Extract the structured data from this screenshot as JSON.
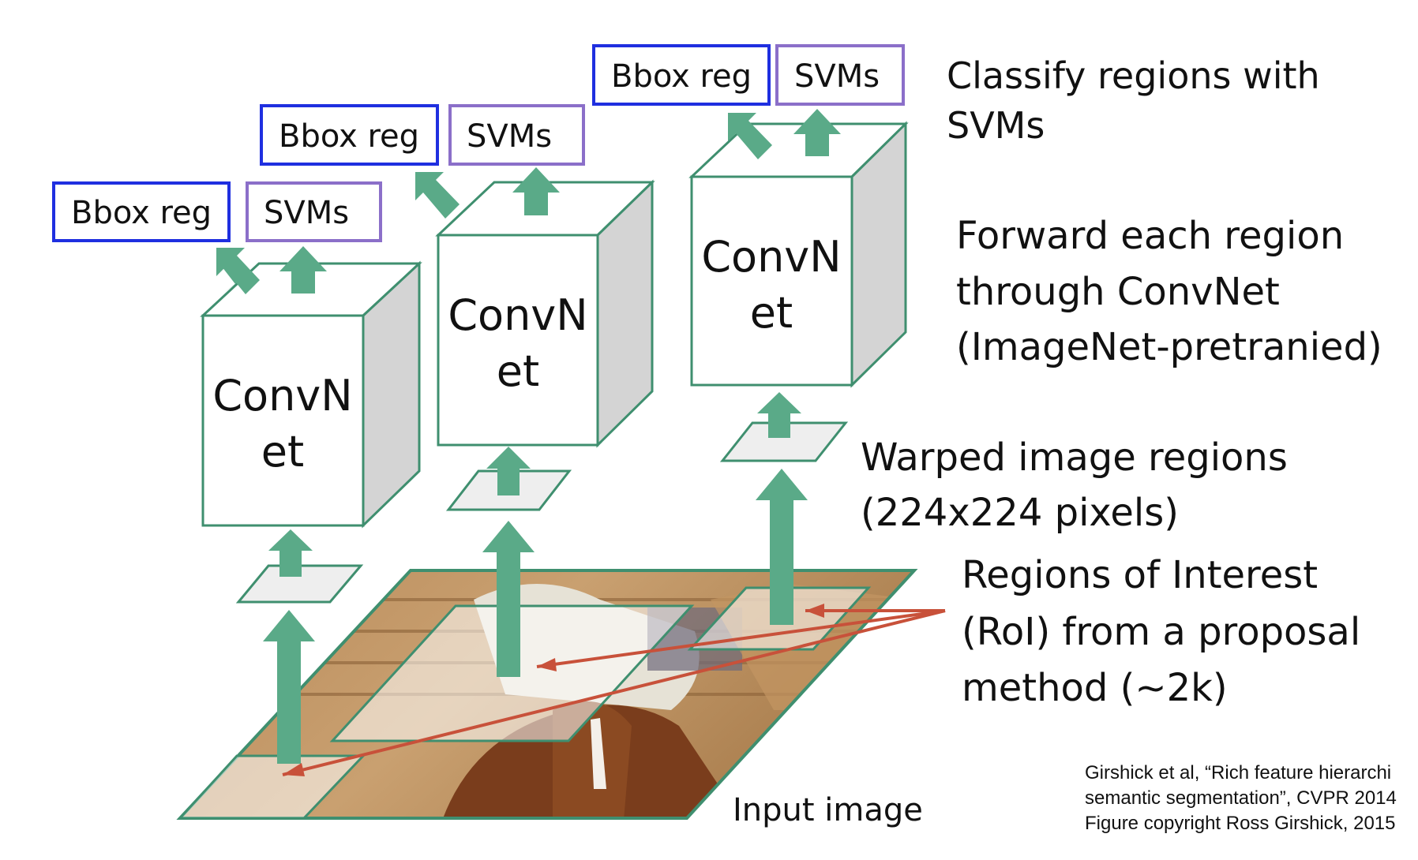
{
  "colors": {
    "arrow_green": "#5aaa88",
    "cube_edge": "#3f8f6f",
    "cube_side": "#d4d4d4",
    "bbox_blue": "#1f2fe0",
    "svm_purple": "#8b6fc9",
    "roi_red": "#c8513a"
  },
  "stacks": [
    {
      "bbox_label": "Bbox reg",
      "svm_label": "SVMs",
      "net_line1": "ConvN",
      "net_line2": "et"
    },
    {
      "bbox_label": "Bbox reg",
      "svm_label": "SVMs",
      "net_line1": "ConvN",
      "net_line2": "et"
    },
    {
      "bbox_label": "Bbox reg",
      "svm_label": "SVMs",
      "net_line1": "ConvN",
      "net_line2": "et"
    }
  ],
  "labels": {
    "classify": [
      "Classify regions with",
      "SVMs"
    ],
    "forward": [
      "Forward each region",
      "through ConvNet",
      "(ImageNet-pretranied)"
    ],
    "warped": [
      "Warped image regions",
      "(224x224 pixels)"
    ],
    "roi": [
      "Regions of Interest",
      "(RoI) from a proposal",
      "method (~2k)"
    ],
    "input": "Input image"
  },
  "citation": [
    "Girshick et al, “Rich feature hierarchi",
    "semantic segmentation”, CVPR 2014",
    "Figure copyright Ross Girshick, 2015"
  ],
  "icons": {
    "input_image": "horse-rider-photo"
  }
}
